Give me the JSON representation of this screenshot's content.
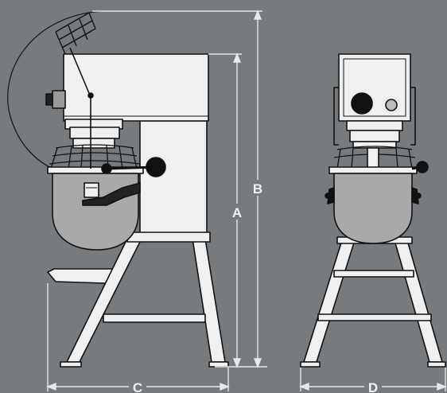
{
  "colors": {
    "background": "#787b7e",
    "body": "#f0f0f0",
    "bowl": "#a9a9a9",
    "outline": "#111111",
    "dim_line": "#e8e8e8",
    "knob": "#111111",
    "knob_small": "#bdbdbd"
  },
  "dimensions": {
    "a": "A",
    "b": "B",
    "c": "C",
    "d": "D"
  }
}
